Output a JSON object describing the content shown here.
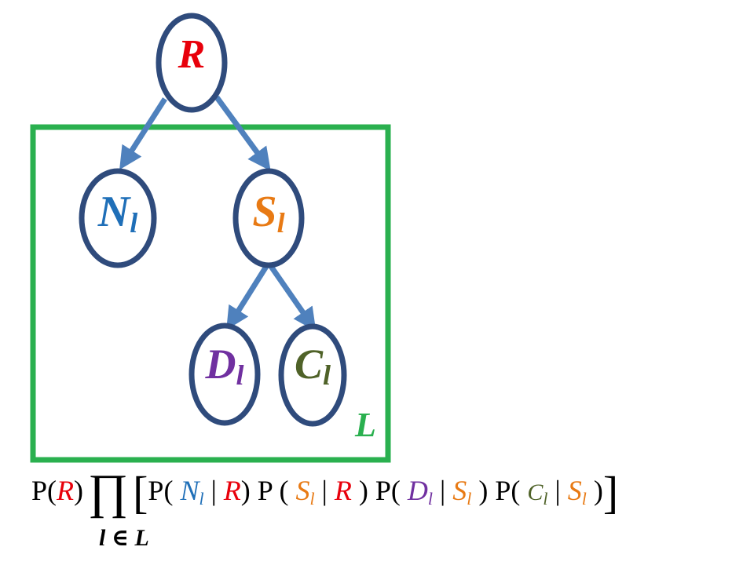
{
  "colors": {
    "node_stroke": "#2f4b7c",
    "edge": "#4f81bd",
    "plate": "#2ab04f",
    "R": "#e8000b",
    "N": "#1f6fb8",
    "S": "#e87a14",
    "D": "#7030a0",
    "C": "#4f6228"
  },
  "nodes": {
    "R": {
      "main": "R",
      "sub": ""
    },
    "N": {
      "main": "N",
      "sub": "l"
    },
    "S": {
      "main": "S",
      "sub": "l"
    },
    "D": {
      "main": "D",
      "sub": "l"
    },
    "C": {
      "main": "C",
      "sub": "l"
    }
  },
  "plate_label": "L",
  "formula": {
    "p": "P",
    "r": "R",
    "n": "N",
    "s": "S",
    "d": "D",
    "c": "C",
    "l": "l",
    "product_symbol": "∏",
    "open_bracket": "[",
    "close_bracket": "]",
    "index": "l ∈ L"
  }
}
